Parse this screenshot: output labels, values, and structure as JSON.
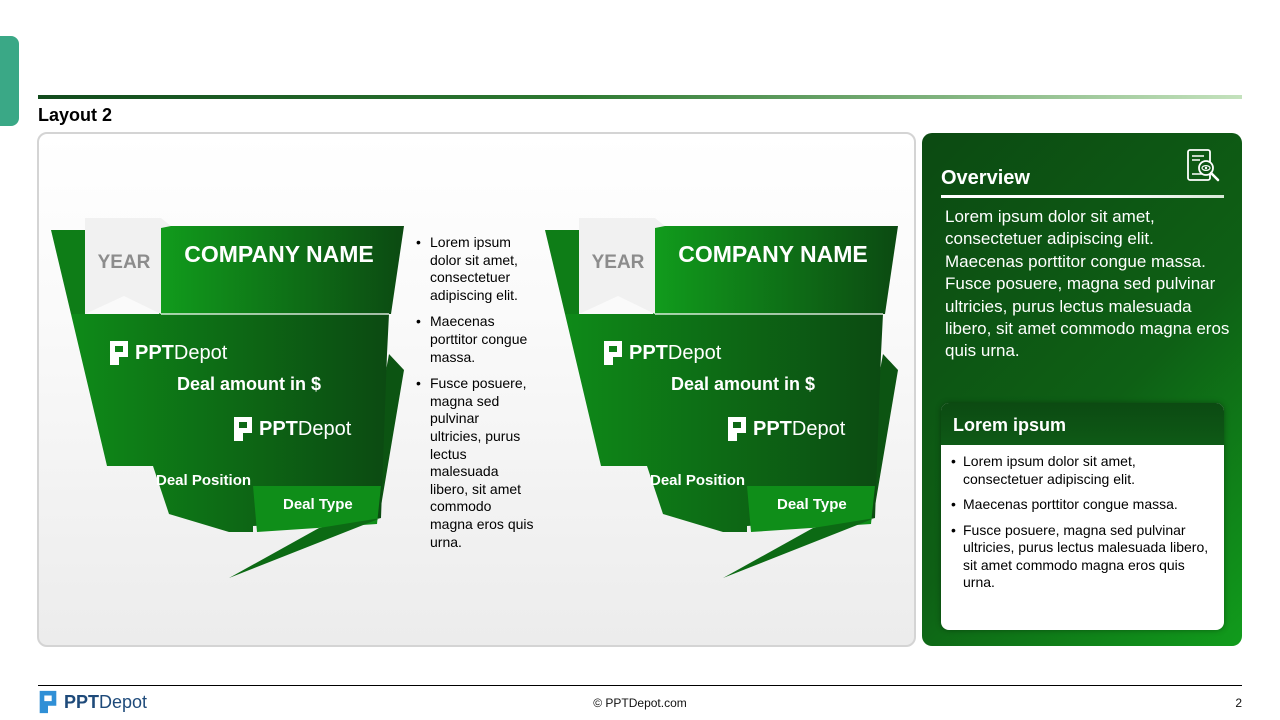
{
  "slide": {
    "title": "Layout 2",
    "page_number": "2"
  },
  "cards": [
    {
      "year": "YEAR",
      "company_name": "COMPANY NAME",
      "deal_amount": "Deal amount in $",
      "deal_position": "Deal Position",
      "deal_type": "Deal Type",
      "logo_bold": "PPT",
      "logo_light": "Depot"
    },
    {
      "year": "YEAR",
      "company_name": "COMPANY NAME",
      "deal_amount": "Deal amount in $",
      "deal_position": "Deal Position",
      "deal_type": "Deal Type",
      "logo_bold": "PPT",
      "logo_light": "Depot"
    }
  ],
  "middle_bullets": [
    "Lorem ipsum dolor sit amet, consectetuer adipiscing elit.",
    "Maecenas porttitor congue massa.",
    "Fusce posuere, magna sed pulvinar ultricies, purus lectus malesuada libero, sit amet commodo magna eros quis urna."
  ],
  "overview": {
    "title": "Overview",
    "icon": "document-search-icon",
    "text": "Lorem ipsum dolor sit amet, consectetuer adipiscing elit. Maecenas porttitor congue massa. Fusce posuere, magna sed pulvinar ultricies, purus lectus malesuada libero, sit amet commodo magna eros quis urna.",
    "card": {
      "title": "Lorem ipsum",
      "bullets": [
        "Lorem ipsum dolor sit amet, consectetuer adipiscing elit.",
        "Maecenas porttitor congue massa.",
        "Fusce posuere, magna sed pulvinar ultricies, purus lectus malesuada libero, sit amet commodo magna eros quis urna."
      ]
    }
  },
  "footer": {
    "logo_bold": "PPT",
    "logo_light": "Depot",
    "copyright": "© PPTDepot.com"
  },
  "colors": {
    "dark_green": "#0c4a12",
    "mid_green": "#0e6015",
    "bright_green": "#119c1c",
    "accent_teal": "#3aa886"
  }
}
